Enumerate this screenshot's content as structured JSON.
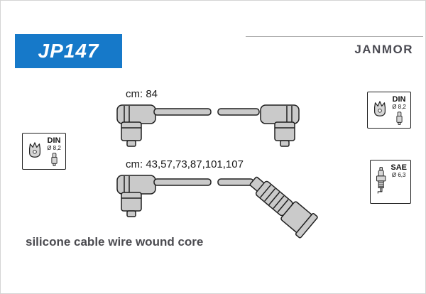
{
  "header": {
    "part_number": "JP147",
    "brand": "JANMOR"
  },
  "wires": [
    {
      "length_label": "cm: 84"
    },
    {
      "length_label": "cm: 43,57,73,87,101,107"
    }
  ],
  "connector_specs": [
    {
      "standard": "DIN",
      "diameter": "Ø 8,2"
    },
    {
      "standard": "DIN",
      "diameter": "Ø 8,2"
    },
    {
      "standard": "SAE",
      "diameter": "Ø 6,3"
    }
  ],
  "footer": {
    "description": "silicone cable wire wound core"
  },
  "colors": {
    "accent_blue": "#1679c9",
    "brand_text": "#4a4a52",
    "illustration_fill": "#cacaca",
    "outline": "#1f1f1f"
  }
}
